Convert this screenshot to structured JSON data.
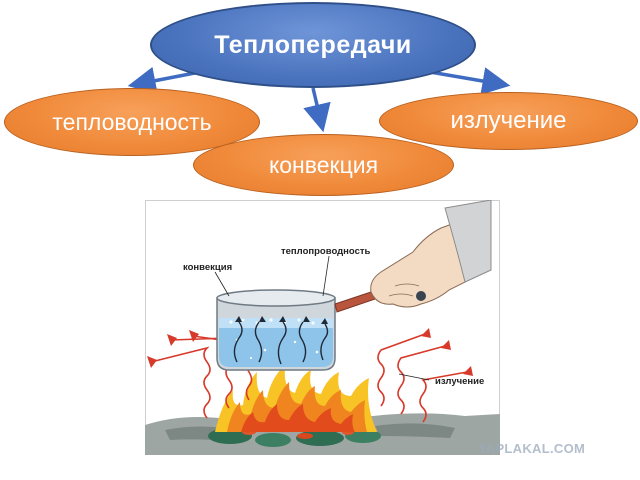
{
  "diagram": {
    "title": "Теплопередачи",
    "types": [
      {
        "label": "тепловодность"
      },
      {
        "label": "конвекция"
      },
      {
        "label": "излучение"
      }
    ],
    "colors": {
      "title_oval": "#4a73be",
      "type_oval": "#f08a3a",
      "arrow": "#3f6cc2",
      "text": "#ffffff"
    }
  },
  "illustration": {
    "labels": {
      "convection": "конвекция",
      "conduction": "теплопроводность",
      "radiation": "излучение"
    }
  },
  "watermark": {
    "text": "YAPLAKAL.COM"
  }
}
